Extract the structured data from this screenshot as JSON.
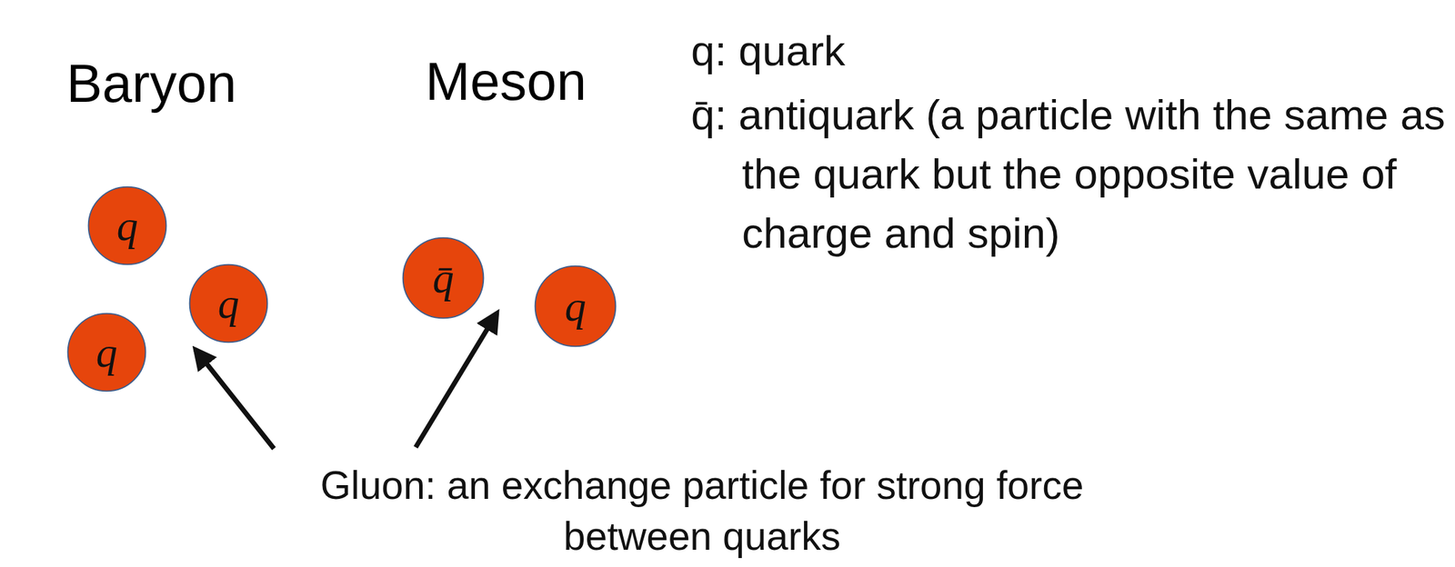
{
  "diagram": {
    "nodes": [
      {
        "text": [
          "Baryon"
        ]
      },
      {
        "text": [
          "q"
        ],
        "in": 0
      },
      {
        "text": [
          "q"
        ],
        "in": 0
      },
      {
        "text": [
          "q"
        ],
        "in": 0
      },
      {
        "text": [
          "Meson"
        ]
      },
      {
        "text": [
          "q̄"
        ],
        "in": 4
      },
      {
        "text": [
          "q"
        ],
        "in": 4
      }
    ],
    "edges": [
      {
        "from": 1,
        "to": 2,
        "arrow": "none"
      },
      {
        "from": 1,
        "to": 3,
        "arrow": "none"
      },
      {
        "from": 3,
        "to": 2,
        "arrow": "none"
      },
      {
        "from": 5,
        "to": 6,
        "arrow": "none"
      }
    ],
    "labels": [
      "q: quark",
      "q̄: antiquark (a particle with the same as the quark but the opposite value of charge and spin)",
      "Gluon: an exchange particle for strong force between quarks"
    ]
  }
}
